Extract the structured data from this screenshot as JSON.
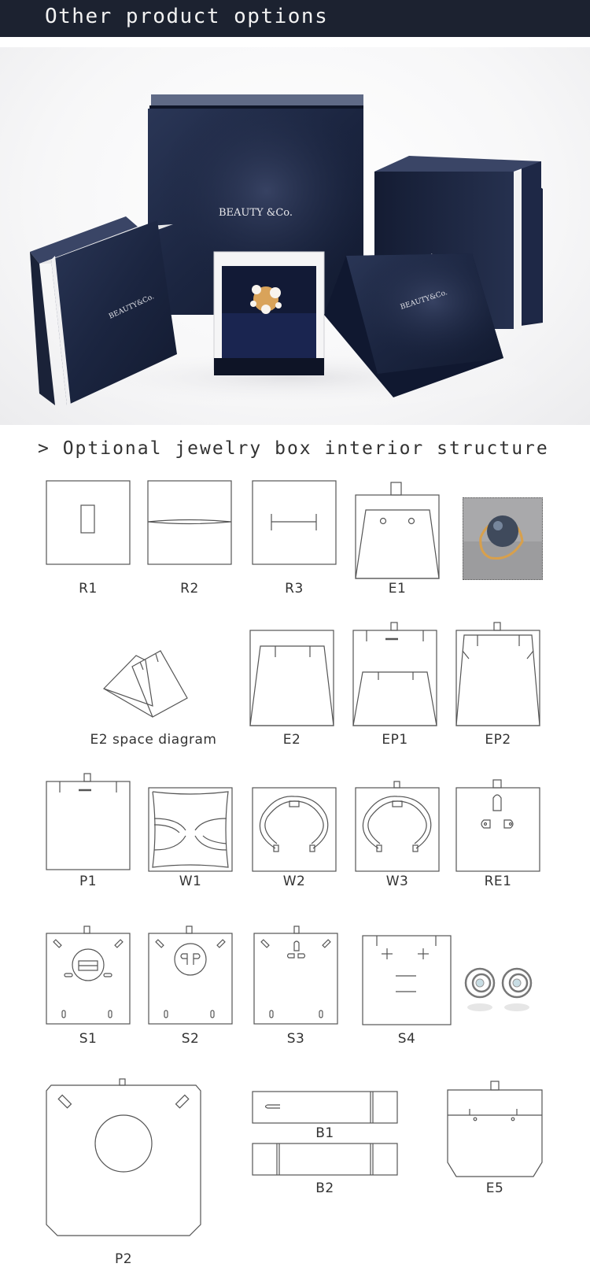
{
  "header": {
    "title": "Other product options"
  },
  "photo": {
    "brand_text": "BEAUTY &Co.",
    "box_color": "#1f2a44",
    "alt": "Navy blue jewelry boxes with gold pearl ring"
  },
  "section": {
    "subtitle": "> Optional jewelry box interior structure"
  },
  "rows": [
    {
      "items": [
        {
          "code": "R1",
          "label": "R1"
        },
        {
          "code": "R2",
          "label": "R2"
        },
        {
          "code": "R3",
          "label": "R3"
        },
        {
          "code": "E1",
          "label": "E1"
        },
        {
          "code": "photo-pearl-ring",
          "label": ""
        }
      ]
    },
    {
      "items": [
        {
          "code": "E2-space",
          "label": "E2 space diagram"
        },
        {
          "code": "E2",
          "label": "E2"
        },
        {
          "code": "EP1",
          "label": "EP1"
        },
        {
          "code": "EP2",
          "label": "EP2"
        }
      ]
    },
    {
      "items": [
        {
          "code": "P1",
          "label": "P1"
        },
        {
          "code": "W1",
          "label": "W1"
        },
        {
          "code": "W2",
          "label": "W2"
        },
        {
          "code": "W3",
          "label": "W3"
        },
        {
          "code": "RE1",
          "label": "RE1"
        }
      ]
    },
    {
      "items": [
        {
          "code": "S1",
          "label": "S1"
        },
        {
          "code": "S2",
          "label": "S2"
        },
        {
          "code": "S3",
          "label": "S3"
        },
        {
          "code": "S4",
          "label": "S4"
        },
        {
          "code": "photo-earrings",
          "label": ""
        }
      ]
    },
    {
      "items": [
        {
          "code": "P2",
          "label": "P2"
        },
        {
          "code": "B1",
          "label": "B1"
        },
        {
          "code": "B2",
          "label": "B2"
        },
        {
          "code": "E5",
          "label": "E5"
        }
      ]
    }
  ],
  "colors": {
    "header_bg": "#1c2230",
    "line": "#555555",
    "navy": "#1f2a44"
  }
}
